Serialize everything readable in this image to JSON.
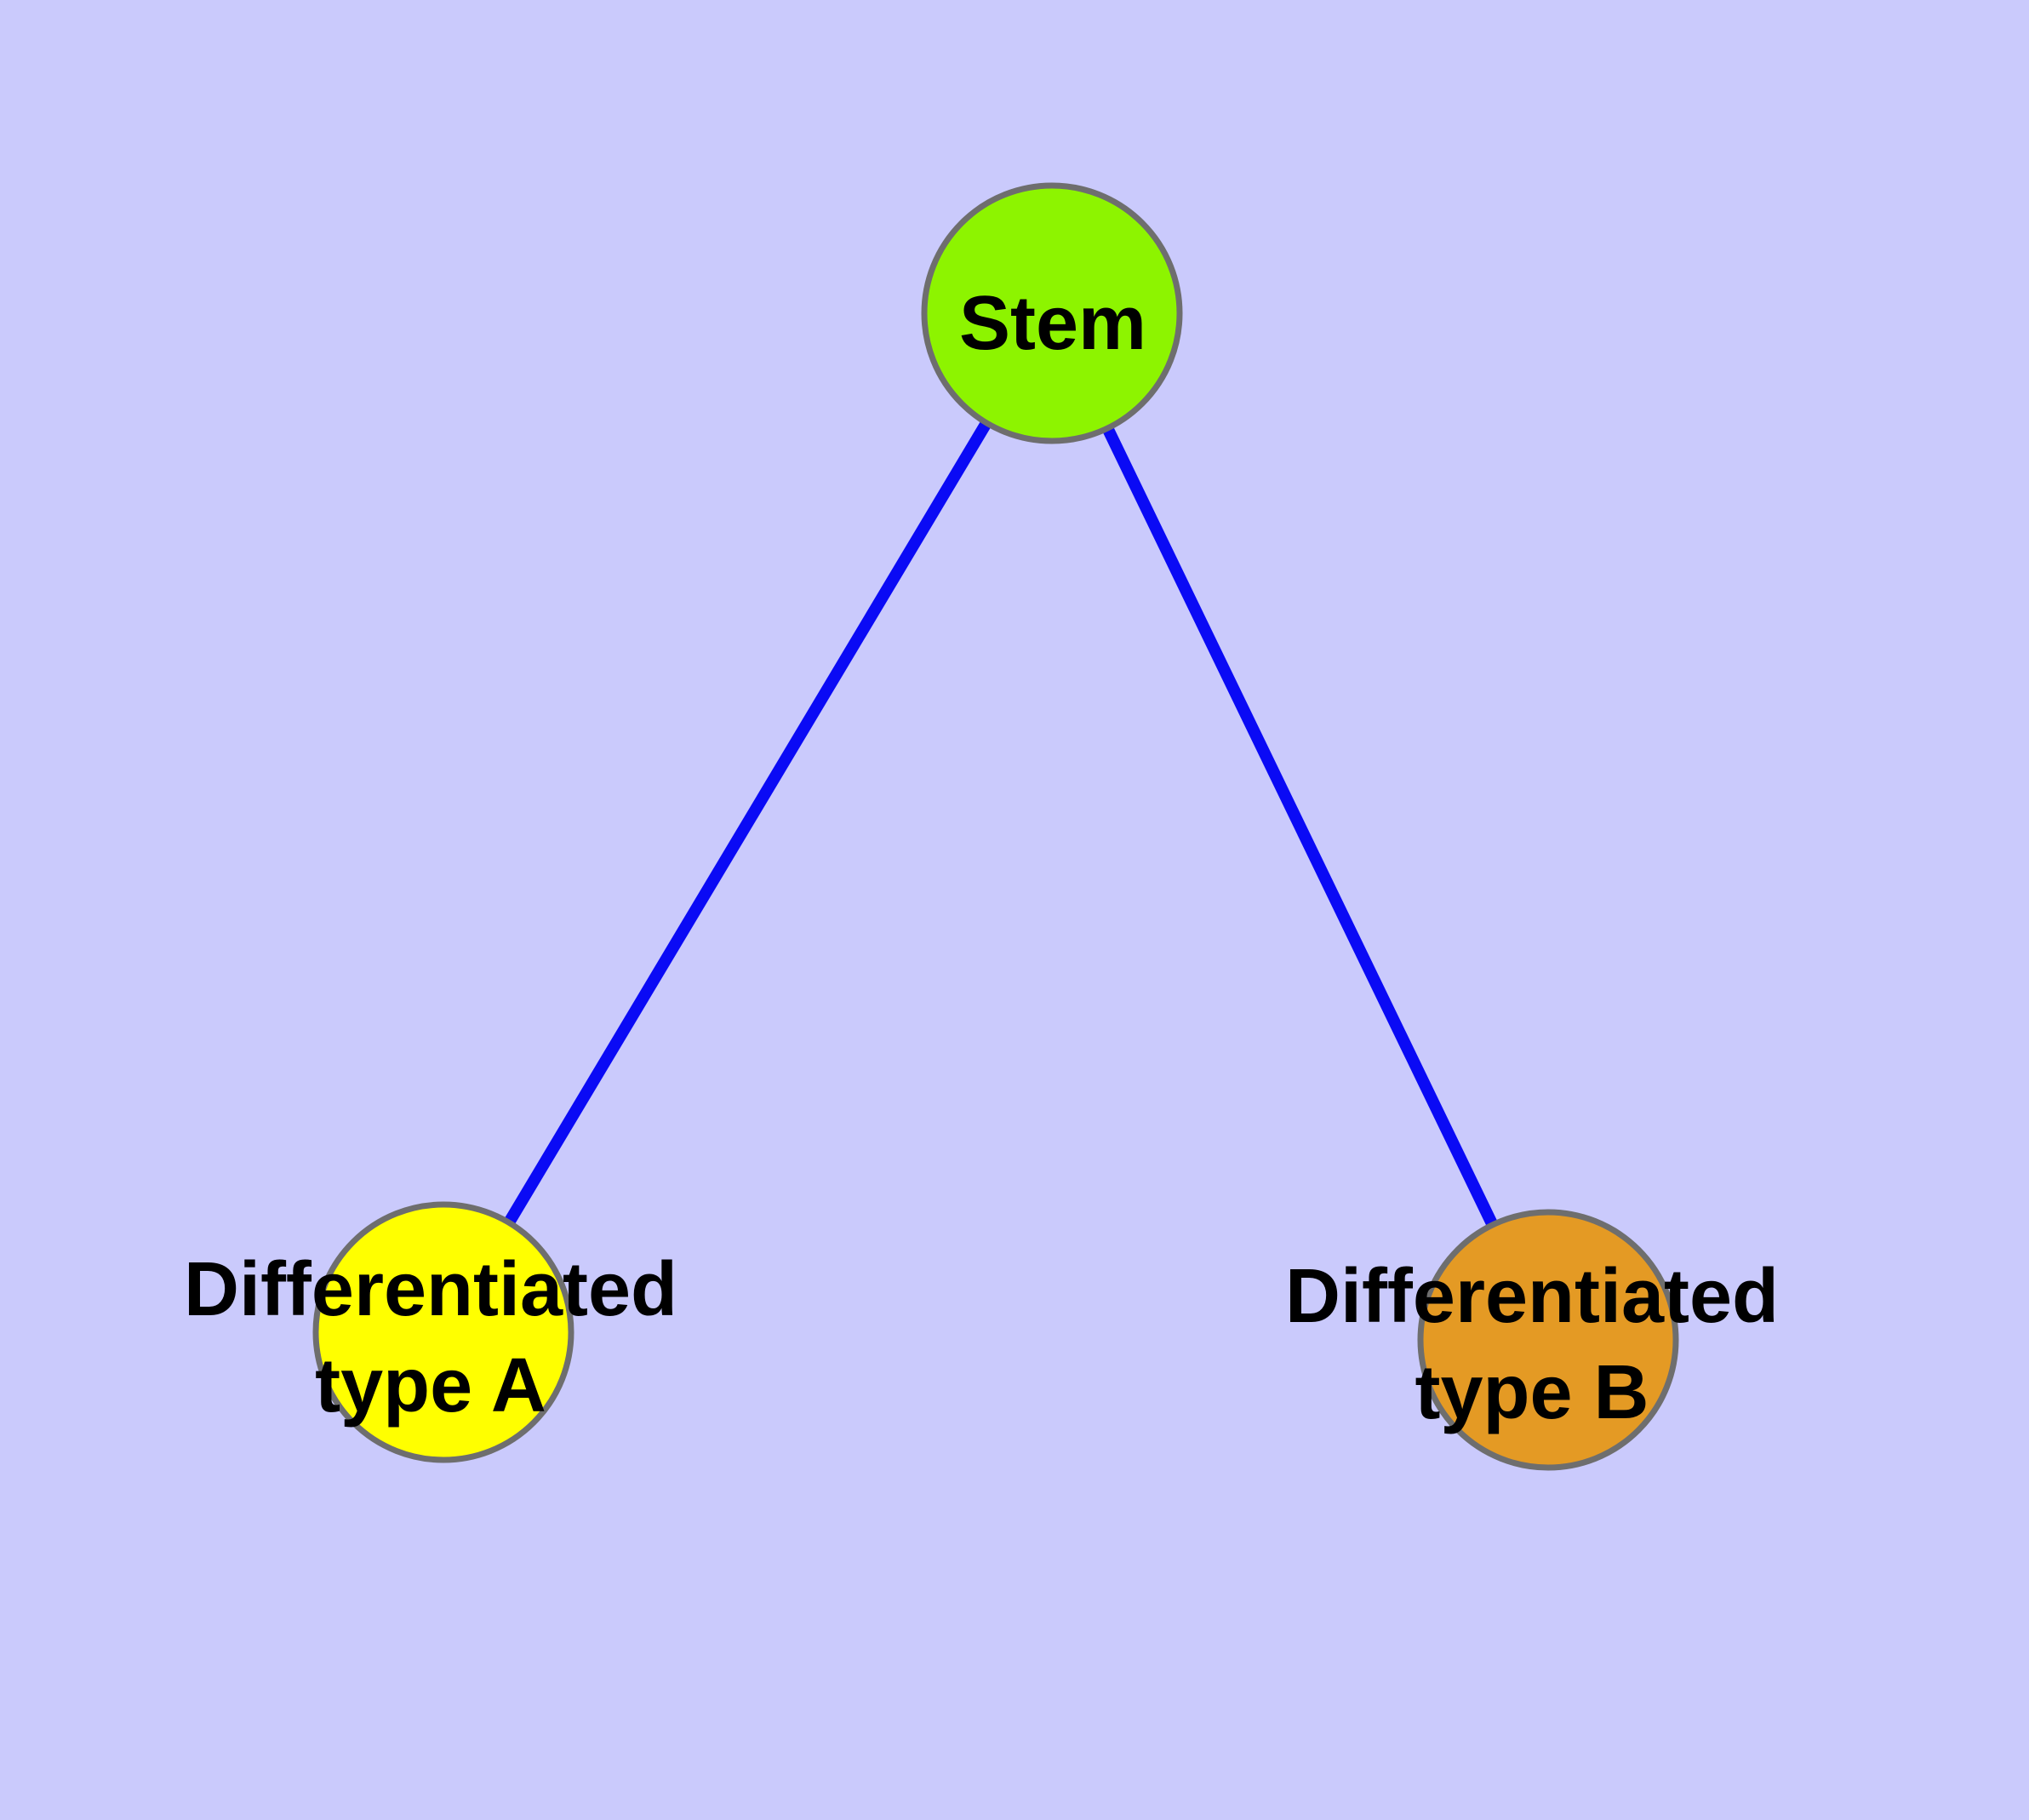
{
  "diagram": {
    "background_color": "#cacafc",
    "edge_color": "#0a0af5",
    "node_border_color": "#6e6e6e",
    "text_color": "#000000",
    "nodes": {
      "stem": {
        "label": "Stem",
        "fill": "#8df400"
      },
      "type_a": {
        "label_line1": "Differentiated",
        "label_line2": "type A",
        "fill": "#ffff00"
      },
      "type_b": {
        "label_line1": "Differentiated",
        "label_line2": "type B",
        "fill": "#e49a24"
      }
    },
    "edges": [
      {
        "from": "Stem",
        "to": "Differentiated type A"
      },
      {
        "from": "Stem",
        "to": "Differentiated type B"
      }
    ]
  }
}
